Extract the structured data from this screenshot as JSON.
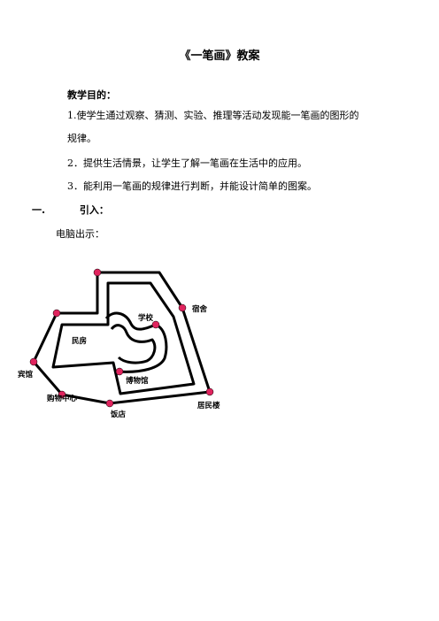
{
  "doc": {
    "title": "《一笔画》教案",
    "goal_heading": "教学目的：",
    "goals": [
      "1.使学生通过观察、猜测、实验、推理等活动发现能一笔画的图形的",
      "规律。",
      "2．提供生活情景，让学生了解一笔画在生活中的应用。",
      "3．能利用一笔画的规律进行判断，并能设计简单的图案。"
    ],
    "section": {
      "number": "一.",
      "title": "引入："
    },
    "caption": "电脑出示："
  },
  "map": {
    "labels": {
      "school": "学校",
      "dorm": "宿舍",
      "houses": "民房",
      "hotel": "宾馆",
      "museum": "博物馆",
      "mall": "购物中心",
      "restaurant": "饭店",
      "residential": "居民楼"
    },
    "colors": {
      "road": "#000000",
      "node": "#e0245e"
    }
  }
}
